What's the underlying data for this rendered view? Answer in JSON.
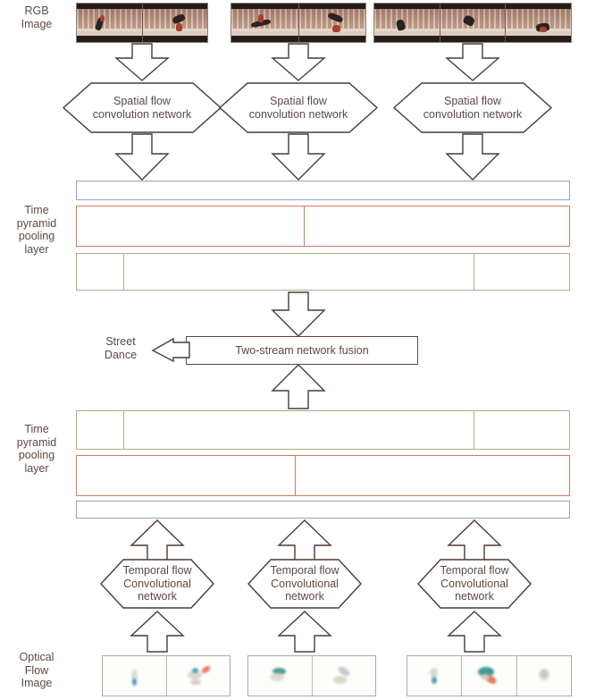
{
  "diagram": {
    "title": "Two-stream network with time pyramid pooling",
    "labels": {
      "rgb_image": "RGB\nImage",
      "optical_flow_image": "Optical\nFlow\nImage",
      "time_pyramid_pooling_top": "Time\npyramid\npooling\nlayer",
      "time_pyramid_pooling_bottom": "Time\npyramid\npooling\nlayer",
      "output_class": "Street\nDance"
    },
    "spatial_nodes": [
      {
        "label": "Spatial flow\nconvolution network"
      },
      {
        "label": "Spatial flow\nconvolution network"
      },
      {
        "label": "Spatial flow\nconvolution network"
      }
    ],
    "temporal_nodes": [
      {
        "label": "Temporal flow\nConvolutional\nnetwork"
      },
      {
        "label": "Temporal flow\nConvolutional\nnetwork"
      },
      {
        "label": "Temporal flow\nConvolutional\nnetwork"
      }
    ],
    "fusion": {
      "label": "Two-stream network fusion"
    },
    "rgb_strips": [
      {
        "frames": 2
      },
      {
        "frames": 2
      },
      {
        "frames": 3
      }
    ],
    "optical_flow_strips": [
      {
        "frames": 2
      },
      {
        "frames": 2
      },
      {
        "frames": 3
      }
    ],
    "pyramid_top": [
      {
        "level": 1,
        "color": "#93a3c4",
        "segments": [
          1.0
        ]
      },
      {
        "level": 2,
        "color": "#d4795c",
        "segments": [
          0.462,
          0.538
        ]
      },
      {
        "level": 3,
        "color": "#a6b189",
        "segments": [
          0.0955,
          0.7125,
          0.192
        ]
      }
    ],
    "pyramid_bottom": [
      {
        "level": 3,
        "color": "#a6b189",
        "segments": [
          0.0955,
          0.7125,
          0.192
        ]
      },
      {
        "level": 2,
        "color": "#d4795c",
        "segments": [
          0.4455,
          0.5545
        ]
      },
      {
        "level": 1,
        "color": "#93a3c4",
        "segments": [
          1.0
        ]
      }
    ],
    "colors": {
      "text": "#5c4a41",
      "outline": "#4a3c34",
      "level1": "#93a3c4",
      "level2": "#d4795c",
      "level3": "#a6b189",
      "background": "#ffffff"
    }
  }
}
